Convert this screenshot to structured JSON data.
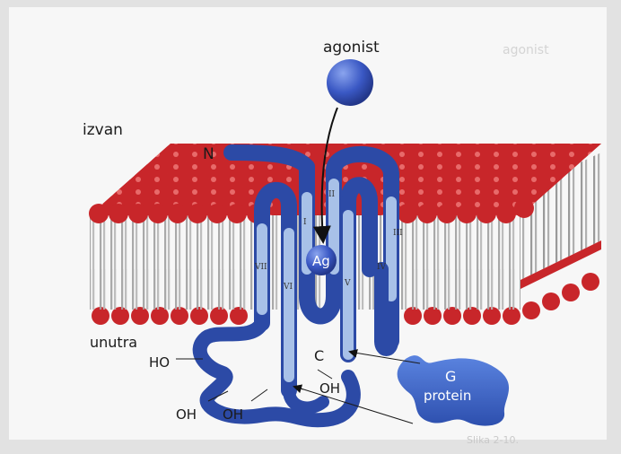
{
  "labels": {
    "agonist": "agonist",
    "outside": "izvan",
    "inside": "unutra",
    "n_terminus": "N",
    "c_terminus": "C",
    "ligand": "Ag",
    "g_protein_line1": "G",
    "g_protein_line2": "protein",
    "ho": "HO",
    "oh1": "OH",
    "oh2": "OH",
    "oh3": "OH"
  },
  "helices": [
    "I",
    "II",
    "III",
    "IV",
    "V",
    "VI",
    "VII"
  ],
  "colors": {
    "lipid_head": "#c8262a",
    "protein": "#2c4aa6",
    "protein_light": "#a8c1e8",
    "ligand": "#3a58c4",
    "g_protein": "#3a64c6",
    "tail": "#a9a9a9"
  }
}
